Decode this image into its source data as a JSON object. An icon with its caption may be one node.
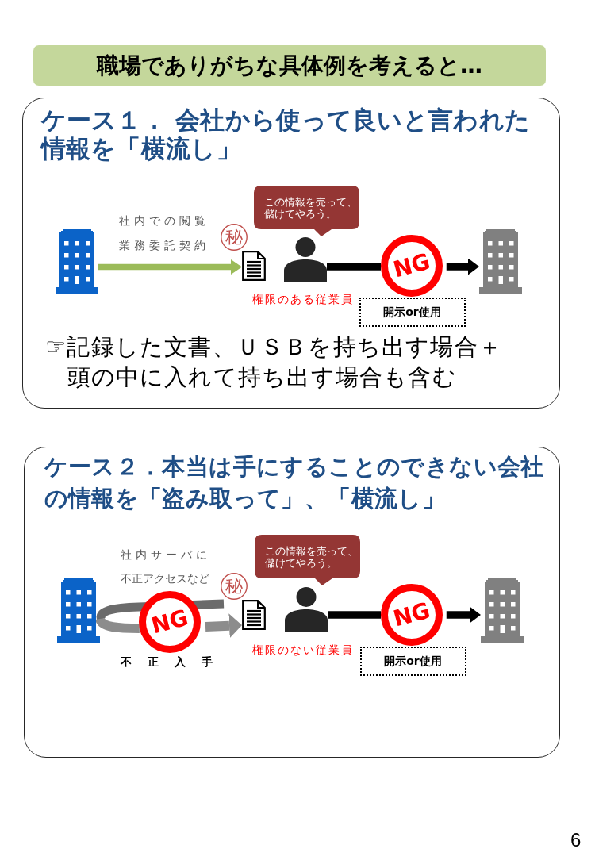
{
  "diagram": {
    "title": "職場でありがちな具体例を考えると…",
    "nodes": [
      {
        "text": [
          "ケース１． 会社から使って良いと言われた情報を「横流し」",
          "☞記録した文書、ＵＳＢを持ち出す場合＋頭の中に入れて持ち出す場合も含む"
        ]
      },
      {
        "text": [],
        "shape": "building",
        "in": 0
      },
      {
        "text": [
          "秘"
        ],
        "in": 0
      },
      {
        "text": [],
        "shape": "document",
        "in": 0
      },
      {
        "text": [
          "この情報を売って、儲けてやろう。"
        ],
        "in": 0
      },
      {
        "text": [],
        "shape": "person",
        "beside": [
          "権限のある従業員"
        ],
        "in": 0
      },
      {
        "text": [
          "NG"
        ],
        "in": 0
      },
      {
        "text": [],
        "shape": "building",
        "in": 0
      },
      {
        "text": [
          "開示or使用"
        ],
        "in": 0
      },
      {
        "text": [
          "ケース２．本当は手にすることのできない会社の情報を「盗み取って」、「横流し」"
        ]
      },
      {
        "text": [],
        "shape": "building",
        "in": 9
      },
      {
        "text": [
          "NG"
        ],
        "in": 9
      },
      {
        "text": [
          "秘"
        ],
        "in": 9
      },
      {
        "text": [],
        "shape": "document",
        "in": 9
      },
      {
        "text": [
          "この情報を売って、儲けてやろう。"
        ],
        "in": 9
      },
      {
        "text": [],
        "shape": "person",
        "beside": [
          "権限のない従業員"
        ],
        "in": 9
      },
      {
        "text": [
          "NG"
        ],
        "in": 9
      },
      {
        "text": [],
        "shape": "building",
        "in": 9
      },
      {
        "text": [
          "開示or使用"
        ],
        "in": 9
      }
    ],
    "edges": [
      {
        "from": 1,
        "to": 3,
        "arrow": "to",
        "label": "社内での閲覧業務委託契約",
        "color": "#9bbb59"
      },
      {
        "from": 5,
        "to": 6,
        "arrow": "none"
      },
      {
        "from": 6,
        "to": 7,
        "arrow": "to"
      },
      {
        "from": 10,
        "to": 11,
        "arrow": "none",
        "label": "社内サーバに不正アクセスなど",
        "color": "#8c8c8c"
      },
      {
        "from": 11,
        "to": 13,
        "arrow": "to",
        "color": "#8c8c8c"
      },
      {
        "from": 15,
        "to": 16,
        "arrow": "none"
      },
      {
        "from": 16,
        "to": 17,
        "arrow": "to"
      }
    ],
    "labels": [
      "不正入手",
      "6"
    ]
  }
}
